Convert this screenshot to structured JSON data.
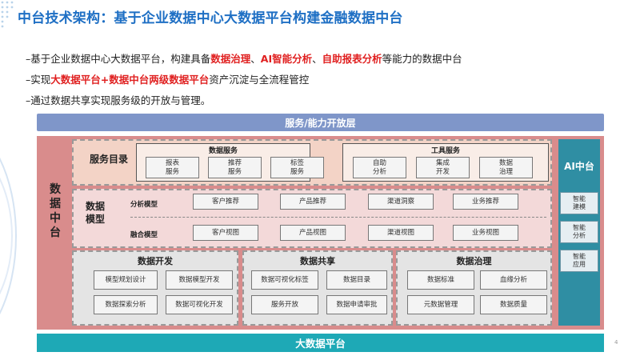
{
  "title": "中台技术架构：基于企业数据中心大数据平台构建金融数据中台",
  "bullets": [
    {
      "parts": [
        {
          "text": "–基于企业数据中心大数据平台，构建具备",
          "hl": false
        },
        {
          "text": "数据治理",
          "hl": true
        },
        {
          "text": "、",
          "hl": false
        },
        {
          "text": "AI智能分析",
          "hl": true
        },
        {
          "text": "、",
          "hl": false
        },
        {
          "text": "自助报表分析",
          "hl": true
        },
        {
          "text": "等能力的数据中台",
          "hl": false
        }
      ]
    },
    {
      "parts": [
        {
          "text": "–实现",
          "hl": false
        },
        {
          "text": "大数据平台+数据中台两级数据平台",
          "hl": true
        },
        {
          "text": "资产沉淀与全流程管控",
          "hl": false
        }
      ]
    },
    {
      "parts": [
        {
          "text": "–通过数据共享实现服务级的开放与管理。",
          "hl": false
        }
      ]
    }
  ],
  "service_layer": "服务/能力开放层",
  "data_middle_platform_label": "数据中台",
  "service_catalog": {
    "label": "服务目录",
    "data_services": {
      "title": "数据服务",
      "items": [
        "报表\n服务",
        "推荐\n服务",
        "标签\n服务"
      ]
    },
    "tool_services": {
      "title": "工具服务",
      "items": [
        "自助\n分析",
        "集成\n开发",
        "数据\n治理"
      ]
    }
  },
  "data_model": {
    "label": "数据\n模型",
    "analysis_label": "分析模型",
    "fusion_label": "融合模型",
    "analysis_items": [
      "客户推荐",
      "产品推荐",
      "渠道洞察",
      "业务推荐"
    ],
    "fusion_items": [
      "客户视图",
      "产品视图",
      "渠道视图",
      "业务视图"
    ]
  },
  "data_dev": {
    "title": "数据开发",
    "items": [
      "模型规划设计",
      "数据模型开发",
      "数据探索分析",
      "数据可视化开发"
    ]
  },
  "data_share": {
    "title": "数据共享",
    "items": [
      "数据可视化标签",
      "数据目录",
      "服务开放",
      "数据申请审批"
    ]
  },
  "data_gov": {
    "title": "数据治理",
    "items": [
      "数据标准",
      "血缘分析",
      "元数据管理",
      "数据质量"
    ]
  },
  "ai_platform": {
    "title": "AI中台",
    "items": [
      "智能\n建模",
      "智能\n分析",
      "智能\n应用"
    ]
  },
  "big_data_platform": "大数据平台",
  "page_number": "4"
}
